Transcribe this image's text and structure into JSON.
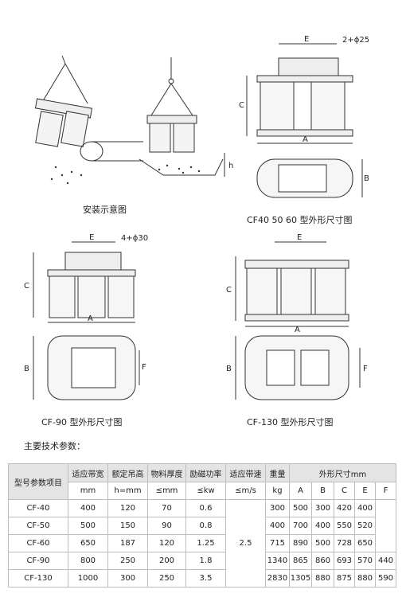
{
  "figures": {
    "install_caption": "安装示意图",
    "cf40_caption": "CF40    50    60 型外形尺寸图",
    "cf90_caption": "CF-90 型外形尺寸图",
    "cf130_caption": "CF-130 型外形尺寸图",
    "labels": {
      "E": "E",
      "C": "C",
      "A": "A",
      "B": "B",
      "F": "F",
      "h": "h",
      "holes_2": "2+ϕ25",
      "holes_4": "4+ϕ30"
    }
  },
  "spec": {
    "heading": "主要技术参数：",
    "headers": {
      "model": "型号参数项目",
      "belt_width": "适应带宽",
      "belt_width_unit": "mm",
      "hang_height": "额定吊高",
      "hang_height_unit": "h=mm",
      "thickness": "物料厚度",
      "thickness_unit": "≤mm",
      "power": "励磁功率",
      "power_unit": "≤kw",
      "speed": "适应带速",
      "speed_unit": "≤m/s",
      "weight": "重量",
      "weight_unit": "kg",
      "dims": "外形尺寸mm",
      "dim_cols": [
        "A",
        "B",
        "C",
        "E",
        "F"
      ]
    },
    "rows": [
      {
        "model": "CF-40",
        "belt": "400",
        "hang": "120",
        "thick": "70",
        "power": "0.6",
        "weight": "300",
        "A": "500",
        "B": "300",
        "C": "420",
        "E": "400",
        "F": ""
      },
      {
        "model": "CF-50",
        "belt": "500",
        "hang": "150",
        "thick": "90",
        "power": "0.8",
        "weight": "400",
        "A": "700",
        "B": "400",
        "C": "550",
        "E": "520",
        "F": ""
      },
      {
        "model": "CF-60",
        "belt": "650",
        "hang": "187",
        "thick": "120",
        "power": "1.25",
        "weight": "715",
        "A": "890",
        "B": "500",
        "C": "728",
        "E": "650",
        "F": ""
      },
      {
        "model": "CF-90",
        "belt": "800",
        "hang": "250",
        "thick": "200",
        "power": "1.8",
        "weight": "1340",
        "A": "865",
        "B": "860",
        "C": "693",
        "E": "570",
        "F": "440"
      },
      {
        "model": "CF-130",
        "belt": "1000",
        "hang": "300",
        "thick": "250",
        "power": "3.5",
        "weight": "2830",
        "A": "1305",
        "B": "880",
        "C": "875",
        "E": "880",
        "F": "590"
      }
    ],
    "speed_shared": "2.5"
  }
}
